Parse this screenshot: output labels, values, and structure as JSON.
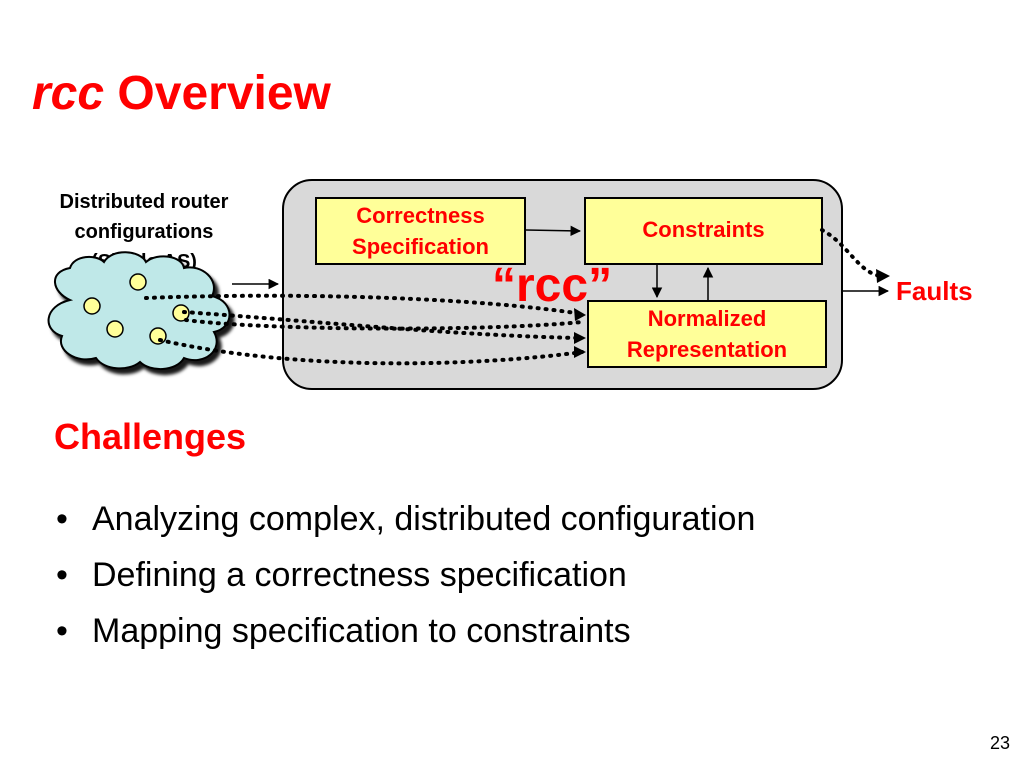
{
  "slide": {
    "title_italic": "rcc",
    "title_rest": " Overview",
    "page_number": "23"
  },
  "diagram": {
    "source_label_lines": [
      "Distributed router",
      "configurations",
      "(Single AS)"
    ],
    "boxes": {
      "correctness_spec": [
        "Correctness",
        "Specification"
      ],
      "constraints": [
        "Constraints"
      ],
      "normalized_rep": [
        "Normalized",
        "Representation"
      ]
    },
    "system_label": "“rcc”",
    "output_label": "Faults",
    "colors": {
      "accent": "#ff0000",
      "box_fill": "#ffff99",
      "panel_fill": "#d9d9d9",
      "cloud_fill": "#bfe8e8",
      "router_fill": "#ffff99"
    }
  },
  "challenges": {
    "heading": "Challenges",
    "items": [
      "Analyzing complex, distributed configuration",
      "Defining a correctness specification",
      "Mapping specification to constraints"
    ]
  }
}
